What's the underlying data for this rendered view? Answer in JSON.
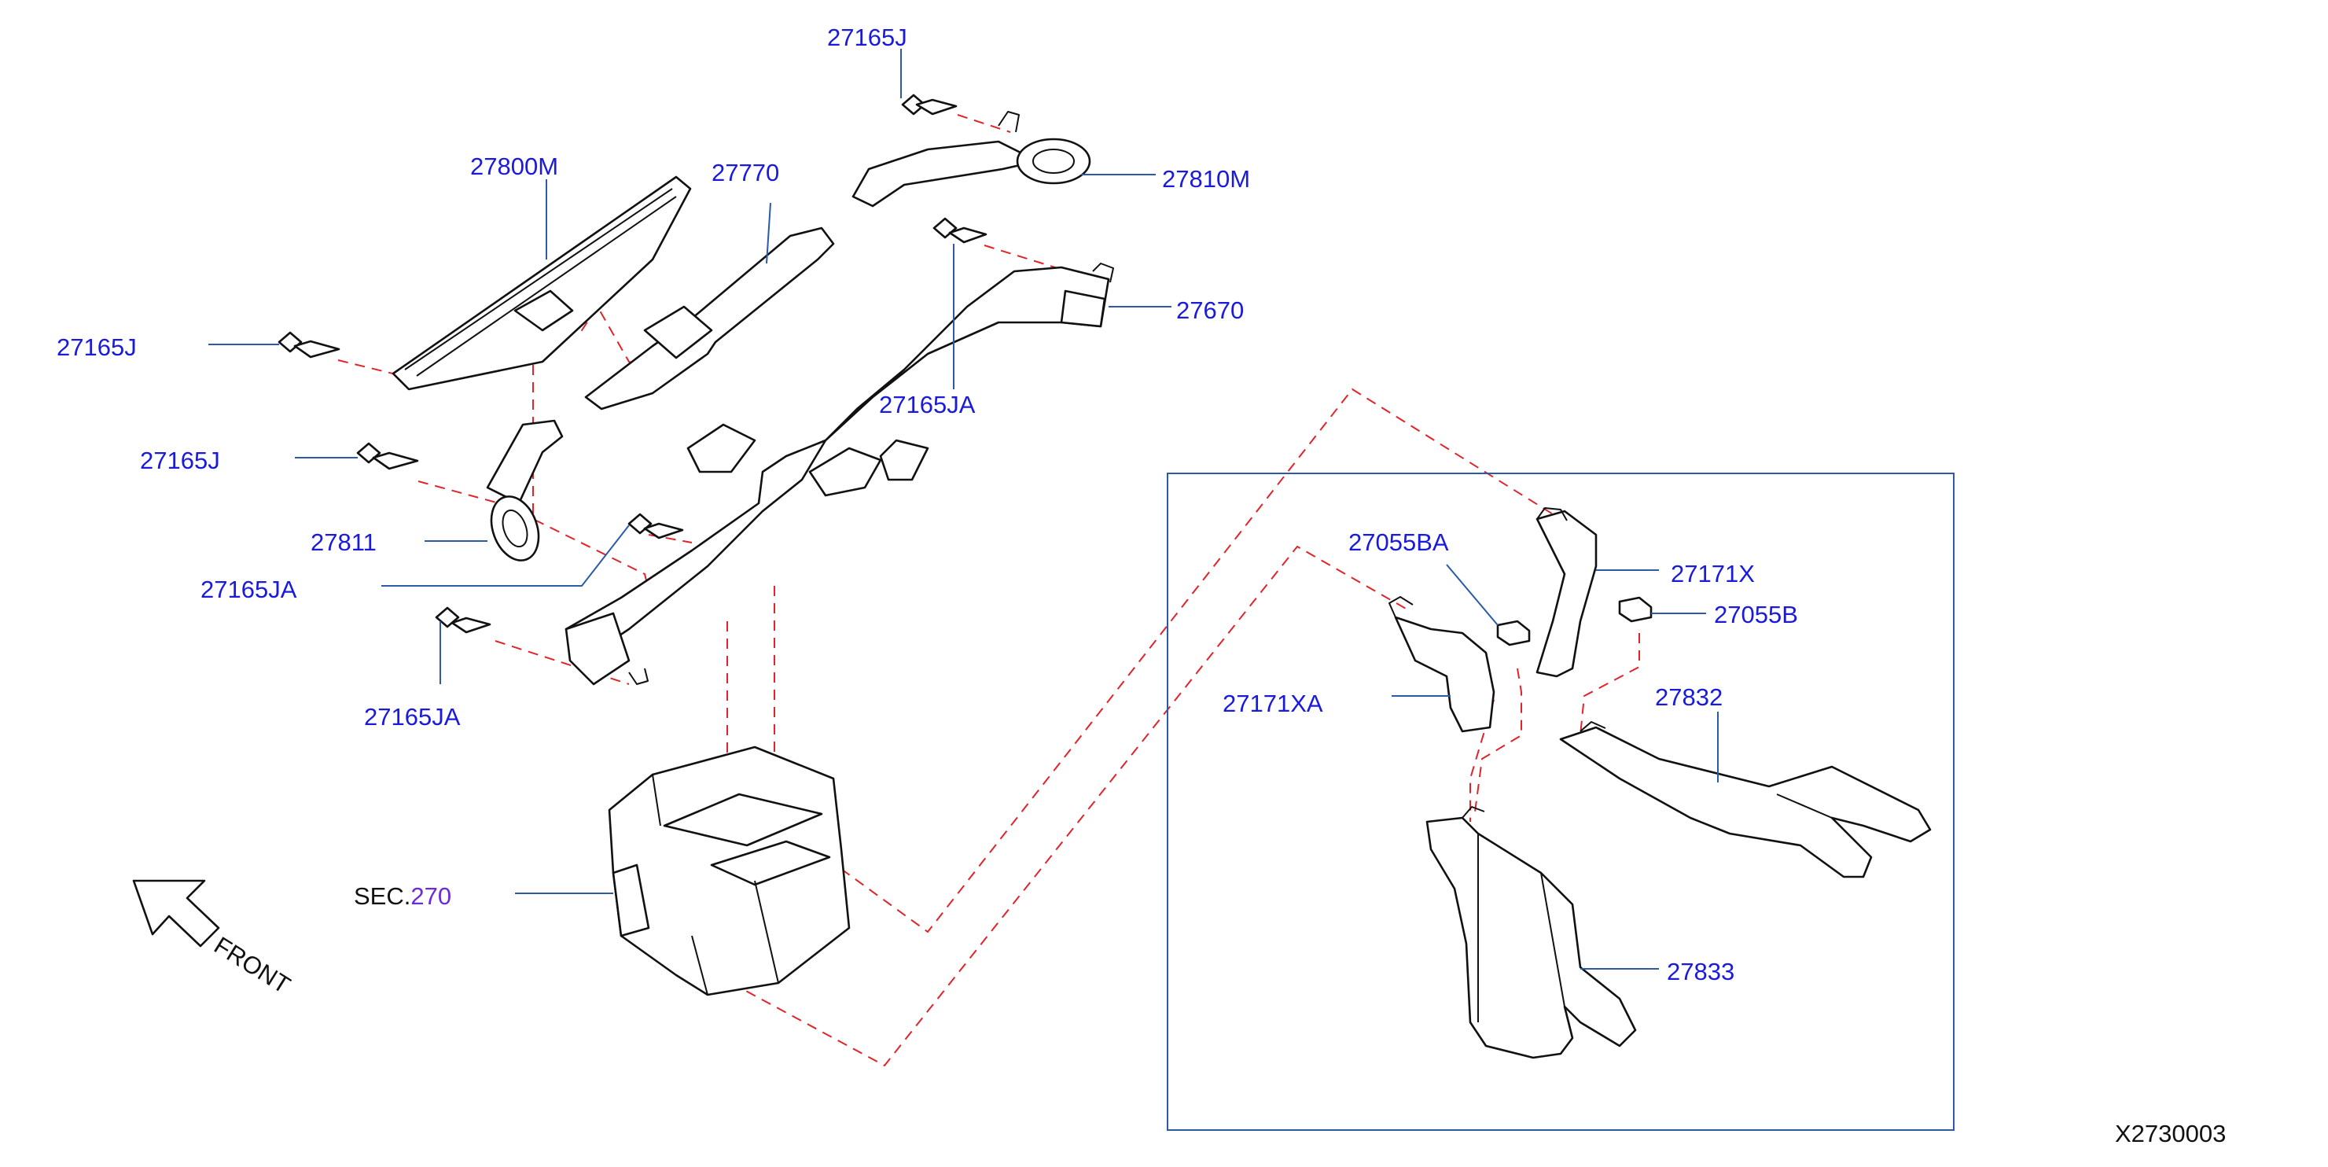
{
  "diagram_id": "X2730003",
  "front_label": "FRONT",
  "section_ref": {
    "prefix": "SEC.",
    "number": "270"
  },
  "parts": {
    "p27165J_top": "27165J",
    "p27800M": "27800M",
    "p27770": "27770",
    "p27810M": "27810M",
    "p27670": "27670",
    "p27165J_left": "27165J",
    "p27165JA_mid": "27165JA",
    "p27165J_left2": "27165J",
    "p27811": "27811",
    "p27165JA_left": "27165JA",
    "p27165JA_bottom": "27165JA",
    "p27055BA": "27055BA",
    "p27171X": "27171X",
    "p27055B": "27055B",
    "p27832": "27832",
    "p27171XA": "27171XA",
    "p27833": "27833"
  }
}
